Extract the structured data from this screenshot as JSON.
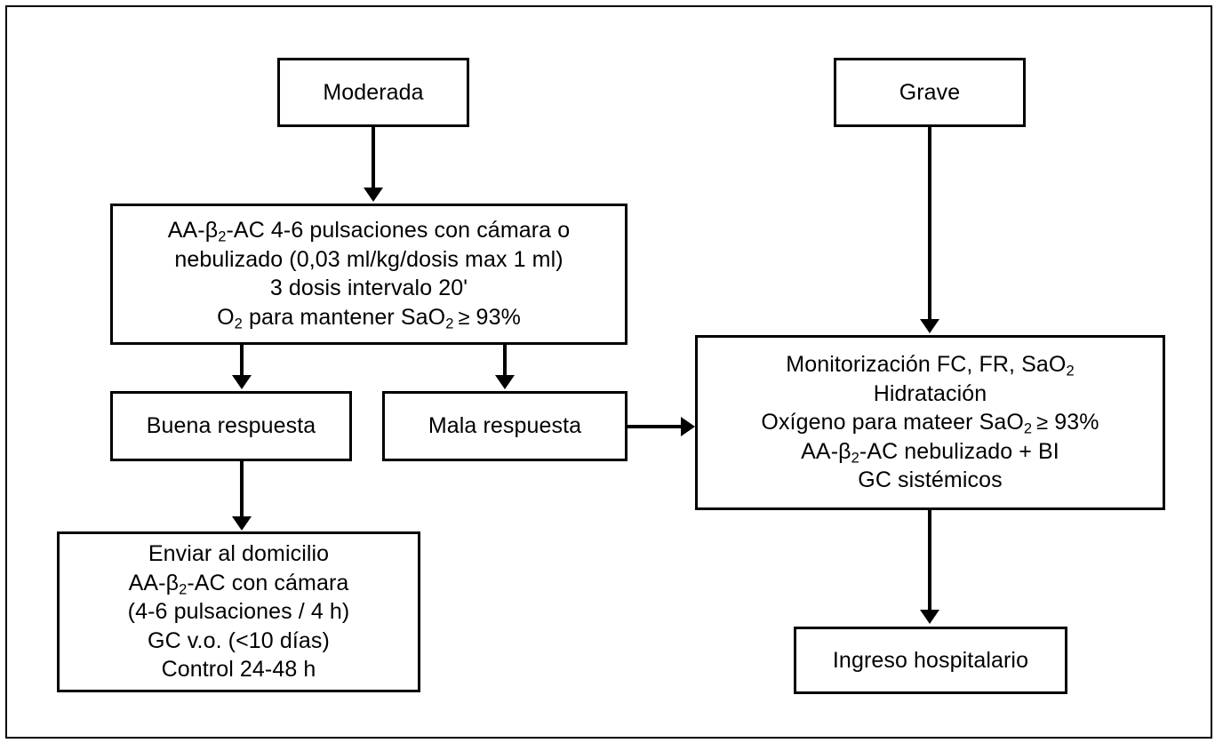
{
  "diagram": {
    "title_visible": false,
    "colors": {
      "stroke": "#000000",
      "background": "#ffffff",
      "text": "#000000"
    },
    "frame": {
      "name": "outer-frame"
    },
    "nodes": {
      "moderada": {
        "label": "Moderada"
      },
      "grave": {
        "label": "Grave"
      },
      "moderate_treatment": {
        "lines": [
          "AA-β₂-AC 4-6 pulsaciones con cámara o",
          "nebulizado (0,03 ml/kg/dosis max 1 ml)",
          "3 dosis intervalo 20'",
          "O₂ para mantener SaO₂ ≥ 93%"
        ]
      },
      "buena_respuesta": {
        "label": "Buena respuesta"
      },
      "mala_respuesta": {
        "label": "Mala respuesta"
      },
      "severe_treatment": {
        "lines": [
          "Monitorización FC, FR, SaO₂",
          "Hidratación",
          "Oxígeno para mateer SaO₂ ≥ 93%",
          "AA-β₂-AC nebulizado + BI",
          "GC sistémicos"
        ]
      },
      "enviar_domicilio": {
        "lines": [
          "Enviar al domicilio",
          "AA-β₂-AC con cámara",
          "(4-6 pulsaciones / 4 h)",
          "GC v.o. (<10 días)",
          "Control 24-48 h"
        ]
      },
      "ingreso_hospitalario": {
        "label": "Ingreso hospitalario"
      }
    },
    "edges": [
      {
        "from": "moderada",
        "to": "moderate_treatment",
        "direction": "down"
      },
      {
        "from": "grave",
        "to": "severe_treatment",
        "direction": "down"
      },
      {
        "from": "moderate_treatment",
        "to": "buena_respuesta",
        "direction": "down"
      },
      {
        "from": "moderate_treatment",
        "to": "mala_respuesta",
        "direction": "down"
      },
      {
        "from": "mala_respuesta",
        "to": "severe_treatment",
        "direction": "right"
      },
      {
        "from": "buena_respuesta",
        "to": "enviar_domicilio",
        "direction": "down"
      },
      {
        "from": "severe_treatment",
        "to": "ingreso_hospitalario",
        "direction": "down"
      }
    ]
  }
}
